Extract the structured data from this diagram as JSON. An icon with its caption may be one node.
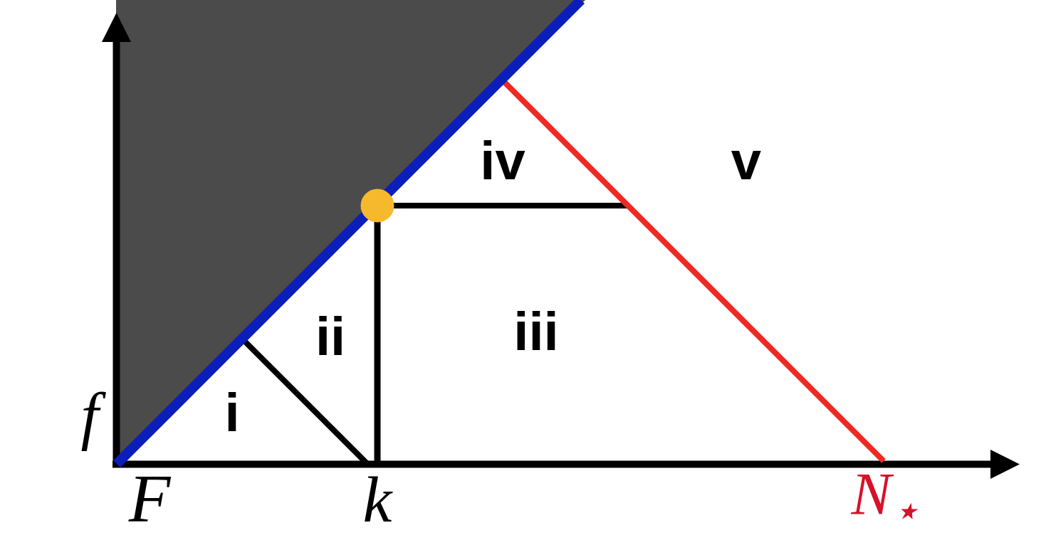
{
  "diagram": {
    "labels": [
      "iv",
      "v",
      "ii",
      "iii",
      "f",
      "i",
      "F",
      "k",
      "N$_{⋆}$"
    ]
  }
}
